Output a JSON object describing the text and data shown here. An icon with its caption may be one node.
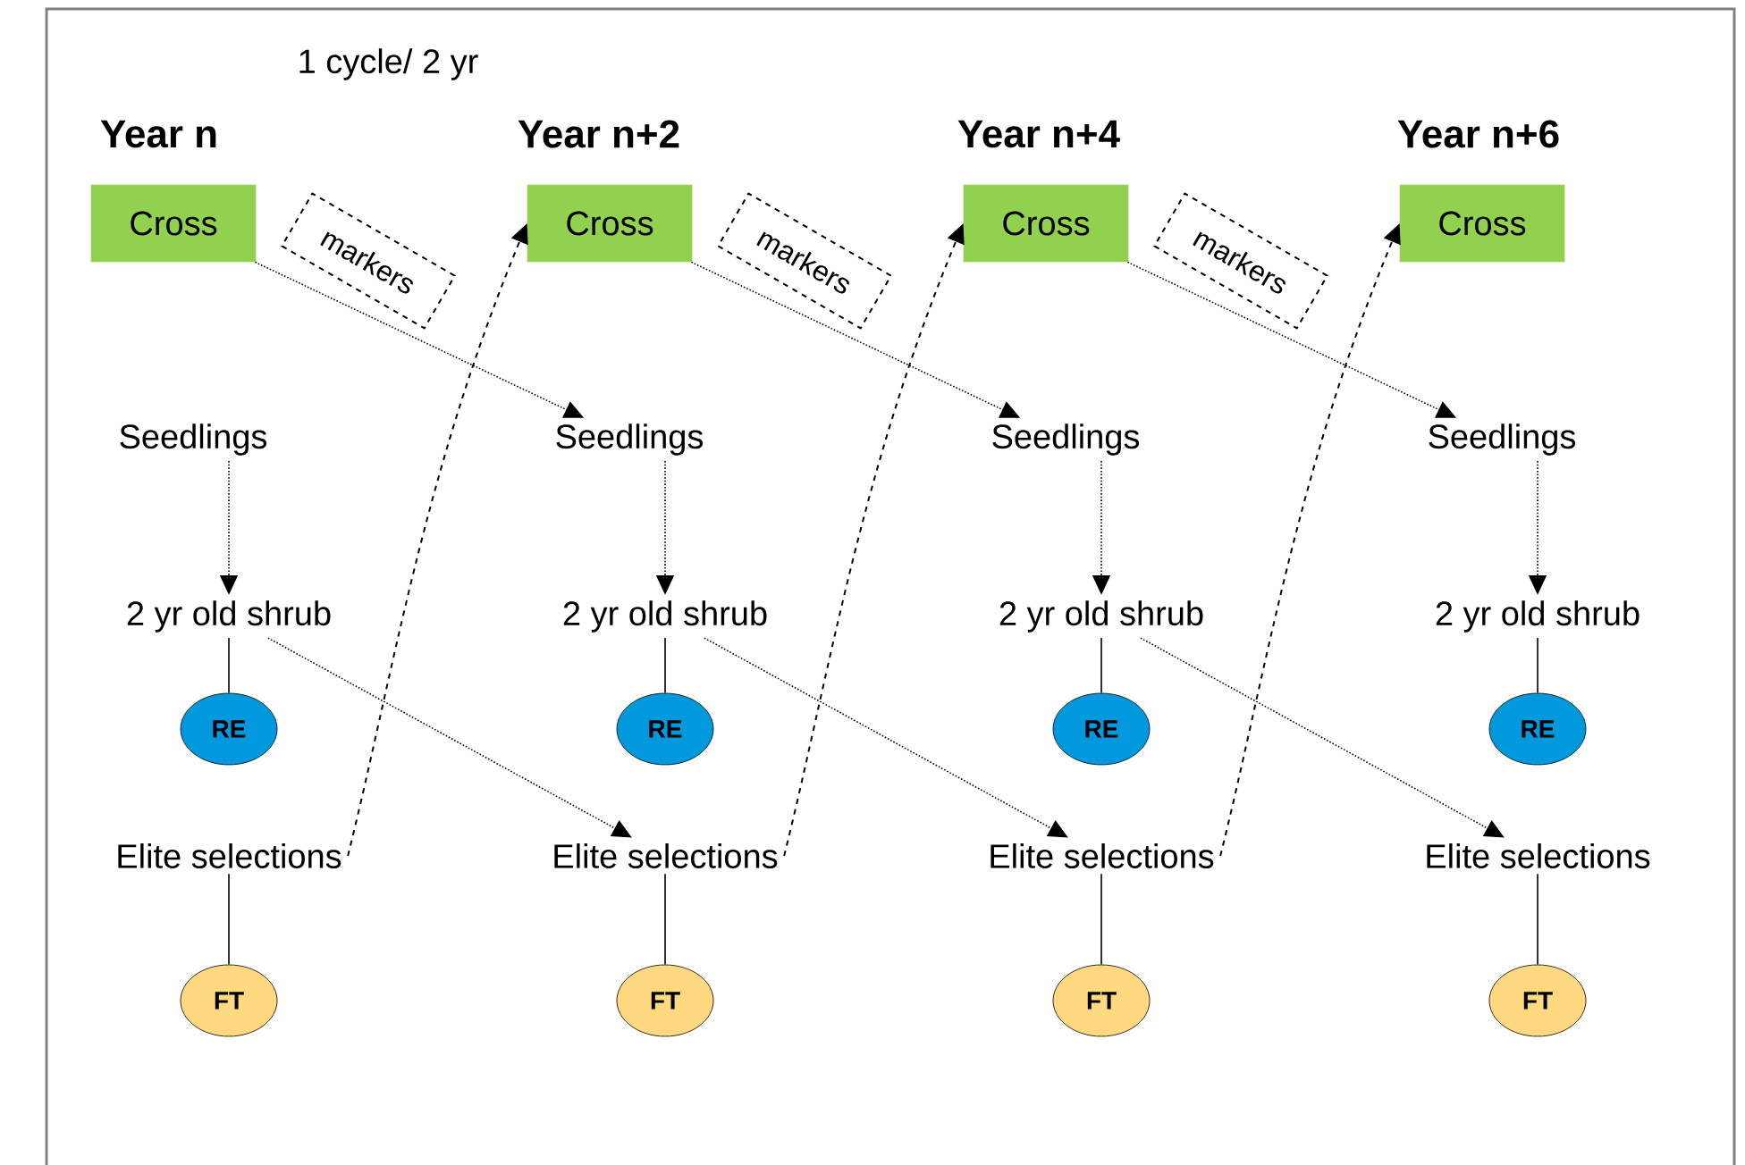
{
  "diagram": {
    "nodes": [
      {
        "text": [
          "Cross"
        ]
      },
      {
        "text": [
          "Seedlings"
        ]
      },
      {
        "text": [
          "2 yr old shrub"
        ]
      },
      {
        "text": [
          "RE"
        ]
      },
      {
        "text": [
          "Elite selections"
        ]
      },
      {
        "text": [
          "FT"
        ]
      },
      {
        "text": [
          "Cross"
        ]
      },
      {
        "text": [
          "Seedlings"
        ]
      },
      {
        "text": [
          "2 yr old shrub"
        ]
      },
      {
        "text": [
          "RE"
        ]
      },
      {
        "text": [
          "Elite selections"
        ]
      },
      {
        "text": [
          "FT"
        ]
      },
      {
        "text": [
          "Cross"
        ]
      },
      {
        "text": [
          "Seedlings"
        ]
      },
      {
        "text": [
          "2 yr old shrub"
        ]
      },
      {
        "text": [
          "RE"
        ]
      },
      {
        "text": [
          "Elite selections"
        ]
      },
      {
        "text": [
          "FT"
        ]
      },
      {
        "text": [
          "Cross"
        ]
      },
      {
        "text": [
          "Seedlings"
        ]
      },
      {
        "text": [
          "2 yr old shrub"
        ]
      },
      {
        "text": [
          "RE"
        ]
      },
      {
        "text": [
          "Elite selections"
        ]
      },
      {
        "text": [
          "FT"
        ]
      },
      {
        "text": [
          "markers"
        ]
      },
      {
        "text": [
          "markers"
        ]
      },
      {
        "text": [
          "markers"
        ]
      }
    ],
    "edges": [
      {
        "from": 1,
        "to": 2,
        "arrow": "to",
        "style": "dashed"
      },
      {
        "from": 2,
        "to": 3,
        "arrow": "none"
      },
      {
        "from": 4,
        "to": 5,
        "arrow": "none"
      },
      {
        "from": 7,
        "to": 8,
        "arrow": "to",
        "style": "dashed"
      },
      {
        "from": 8,
        "to": 9,
        "arrow": "none"
      },
      {
        "from": 10,
        "to": 11,
        "arrow": "none"
      },
      {
        "from": 13,
        "to": 14,
        "arrow": "to",
        "style": "dashed"
      },
      {
        "from": 14,
        "to": 15,
        "arrow": "none"
      },
      {
        "from": 16,
        "to": 17,
        "arrow": "none"
      },
      {
        "from": 19,
        "to": 20,
        "arrow": "to",
        "style": "dashed"
      },
      {
        "from": 20,
        "to": 21,
        "arrow": "none"
      },
      {
        "from": 22,
        "to": 23,
        "arrow": "none"
      },
      {
        "from": 0,
        "to": 7,
        "arrow": "to",
        "style": "dashed"
      },
      {
        "from": 6,
        "to": 13,
        "arrow": "to",
        "style": "dashed"
      },
      {
        "from": 12,
        "to": 19,
        "arrow": "to",
        "style": "dashed"
      },
      {
        "from": 2,
        "to": 10,
        "arrow": "to",
        "style": "dashed"
      },
      {
        "from": 8,
        "to": 16,
        "arrow": "to",
        "style": "dashed"
      },
      {
        "from": 14,
        "to": 22,
        "arrow": "to",
        "style": "dashed"
      },
      {
        "from": 4,
        "to": 6,
        "arrow": "to",
        "style": "dashed"
      },
      {
        "from": 10,
        "to": 12,
        "arrow": "to",
        "style": "dashed"
      },
      {
        "from": 16,
        "to": 18,
        "arrow": "to",
        "style": "dashed"
      }
    ],
    "labels": [
      "1 cycle/ 2 yr",
      "Year n",
      "Year n+2",
      "Year n+4",
      "Year n+6"
    ]
  }
}
